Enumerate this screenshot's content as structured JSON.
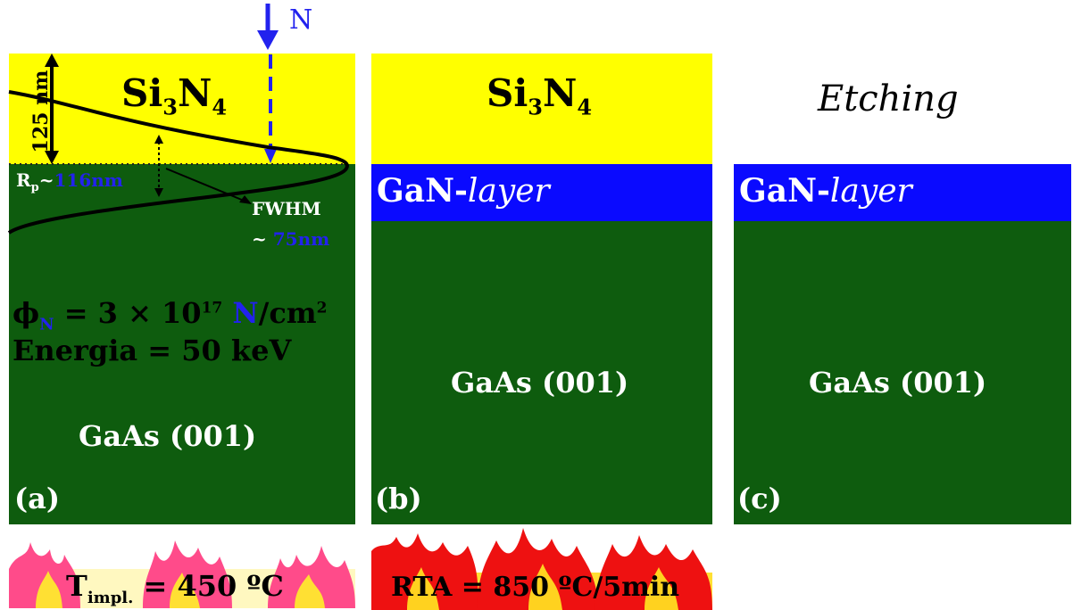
{
  "arrow_label": "N",
  "panel_a": {
    "cap_pre": "Si",
    "cap_sub1": "3",
    "cap_mid": "N",
    "cap_sub2": "4",
    "thickness": "125 nm",
    "rp_prefix": "R",
    "rp_sub": "p",
    "rp_tilde": "~",
    "rp_value": "116nm",
    "fwhm_label": "FWHM",
    "fwhm_prefix": "~ ",
    "fwhm_value": "75nm",
    "dose_phi": "ϕ",
    "dose_phi_sub": "N",
    "dose_text": " = 3 × 10",
    "dose_exp": "17",
    "dose_n": " N",
    "dose_unit": "/cm",
    "dose_unit_exp": "2",
    "energy_text": "Energia = 50 keV",
    "substrate": "GaAs (001)",
    "label": "(a)"
  },
  "panel_b": {
    "cap_pre": "Si",
    "cap_sub1": "3",
    "cap_mid": "N",
    "cap_sub2": "4",
    "gan_plain": "GaN-",
    "gan_italic": "layer",
    "substrate": "GaAs (001)",
    "label": "(b)"
  },
  "panel_c": {
    "top_text": "Etching",
    "gan_plain": "GaN-",
    "gan_italic": "layer",
    "substrate": "GaAs (001)",
    "label": "(c)"
  },
  "flame_a": {
    "T": "T",
    "sub": "impl.",
    "text": " = 450 ºC"
  },
  "flame_b": {
    "text": "RTA = 850 ºC/5min"
  },
  "colors": {
    "cap": "#ffff00",
    "substrate": "#0e5c0e",
    "gan": "#0a0aff",
    "arrow": "#2222ee",
    "flame_red": "#ee1111",
    "flame_pink": "#ff5577",
    "flame_yellow": "#ffee33"
  }
}
